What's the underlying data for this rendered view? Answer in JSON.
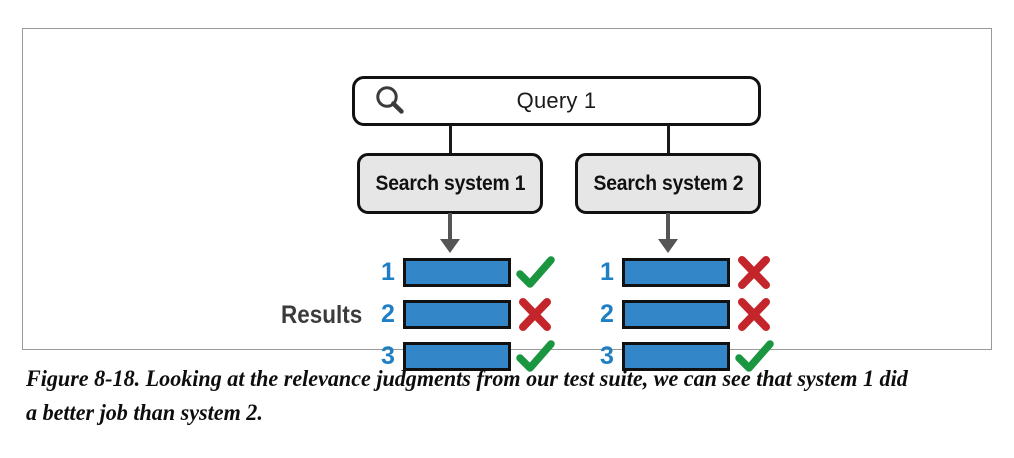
{
  "figure": {
    "query_box": {
      "icon": "search-icon",
      "label": "Query 1"
    },
    "systems": [
      {
        "id": "system-1",
        "label": "Search system 1"
      },
      {
        "id": "system-2",
        "label": "Search system 2"
      }
    ],
    "results_label": "Results",
    "result_lists": [
      {
        "system": "Search system 1",
        "rows": [
          {
            "rank": "1",
            "judgment": "relevant",
            "icon": "check-icon"
          },
          {
            "rank": "2",
            "judgment": "not-relevant",
            "icon": "cross-icon"
          },
          {
            "rank": "3",
            "judgment": "relevant",
            "icon": "check-icon"
          }
        ]
      },
      {
        "system": "Search system 2",
        "rows": [
          {
            "rank": "1",
            "judgment": "not-relevant",
            "icon": "cross-icon"
          },
          {
            "rank": "2",
            "judgment": "not-relevant",
            "icon": "cross-icon"
          },
          {
            "rank": "3",
            "judgment": "relevant",
            "icon": "check-icon"
          }
        ]
      }
    ],
    "colors": {
      "bar_fill": "#3387c8",
      "rank_number": "#1f7fc4",
      "check_green": "#1a9641",
      "cross_red": "#c4252b",
      "box_fill": "#e6e6e6",
      "outline": "#111111",
      "arrow_gray": "#555555",
      "results_label": "#3b3b3b",
      "frame_border": "#9a9a9a"
    }
  },
  "caption": {
    "text": "Figure 8-18. Looking at the relevance judgments from our test suite, we can see that system 1 did a better job than system 2."
  }
}
